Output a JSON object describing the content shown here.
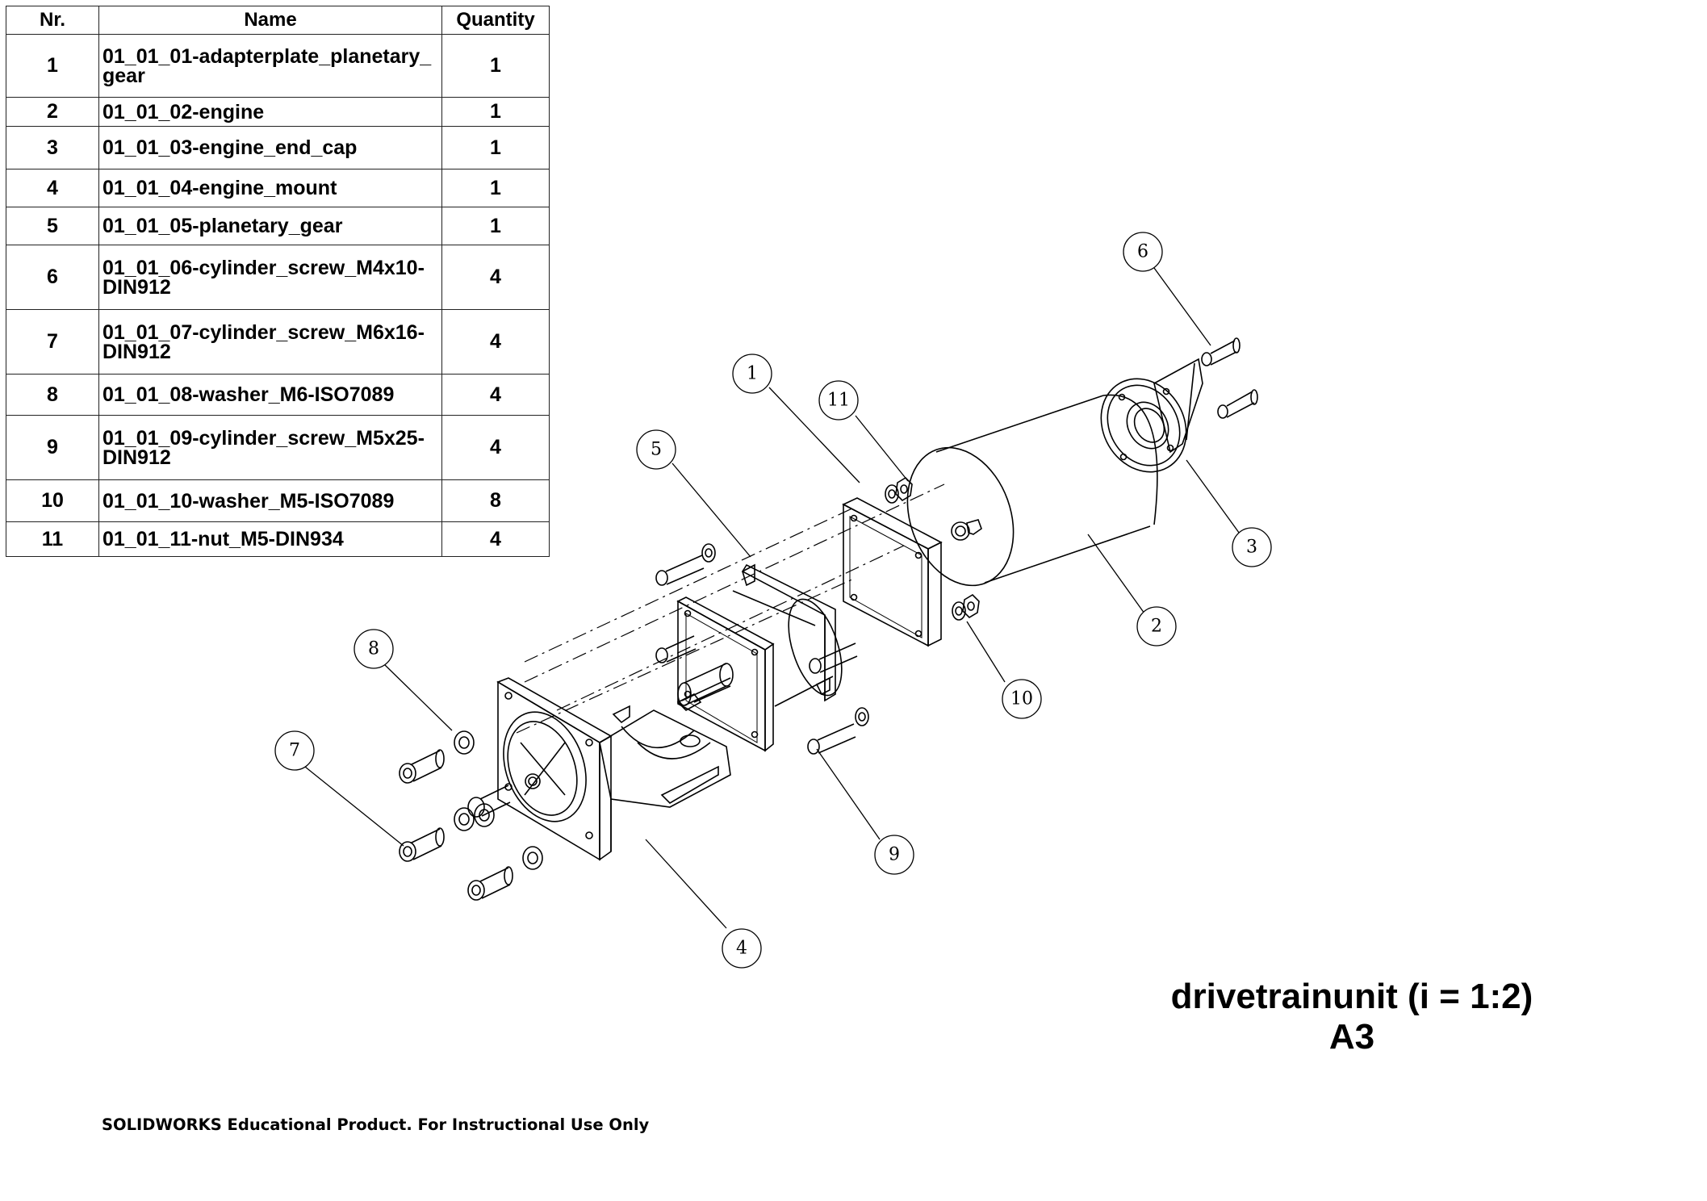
{
  "bom": {
    "headers": {
      "nr": "Nr.",
      "name": "Name",
      "qty": "Quantity"
    },
    "rows": [
      {
        "nr": "1",
        "name": "01_01_01-adapterplate_planetary_gear",
        "qty": "1"
      },
      {
        "nr": "2",
        "name": "01_01_02-engine",
        "qty": "1"
      },
      {
        "nr": "3",
        "name": "01_01_03-engine_end_cap",
        "qty": "1"
      },
      {
        "nr": "4",
        "name": "01_01_04-engine_mount",
        "qty": "1"
      },
      {
        "nr": "5",
        "name": "01_01_05-planetary_gear",
        "qty": "1"
      },
      {
        "nr": "6",
        "name": "01_01_06-cylinder_screw_M4x10-DIN912",
        "qty": "4"
      },
      {
        "nr": "7",
        "name": "01_01_07-cylinder_screw_M6x16-DIN912",
        "qty": "4"
      },
      {
        "nr": "8",
        "name": "01_01_08-washer_M6-ISO7089",
        "qty": "4"
      },
      {
        "nr": "9",
        "name": "01_01_09-cylinder_screw_M5x25-DIN912",
        "qty": "4"
      },
      {
        "nr": "10",
        "name": "01_01_10-washer_M5-ISO7089",
        "qty": "8"
      },
      {
        "nr": "11",
        "name": "01_01_11-nut_M5-DIN934",
        "qty": "4"
      }
    ]
  },
  "balloons": [
    "1",
    "2",
    "3",
    "4",
    "5",
    "6",
    "7",
    "8",
    "9",
    "10",
    "11"
  ],
  "title": {
    "line1": "drivetrainunit (i = 1:2)",
    "line2": "A3"
  },
  "footer": {
    "text": "SOLIDWORKS Educational Product. For Instructional Use Only"
  }
}
